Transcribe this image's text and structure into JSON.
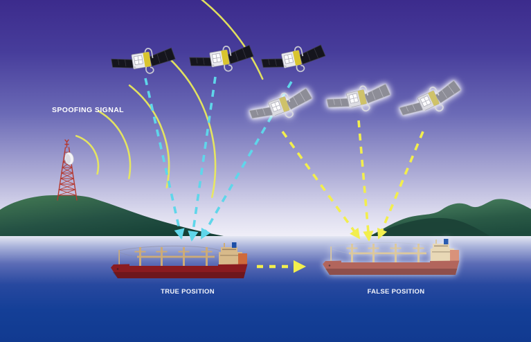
{
  "scene": {
    "labels": {
      "spoofing_signal": "SPOOFING SIGNAL",
      "true_position": "TRUE POSITION",
      "false_position": "FALSE POSITION"
    },
    "colors": {
      "sky_top": "#3c2b8c",
      "sky_horizon": "#f0eff8",
      "sea_deep": "#12409a",
      "land_green": "#2c5c46",
      "tower_red": "#b5382e",
      "spoof_arc_yellow": "#e9e95c",
      "gps_signal_cyan": "#5fd6ea",
      "spoof_signal_yellow": "#f2ee4d",
      "true_ship_hull": "#8a1b20",
      "false_ship_hull": "#b2655c",
      "label_text": "#ffffff"
    },
    "counts": {
      "gps_satellites": 3,
      "spoofed_satellites": 3,
      "spoofing_arcs": 5,
      "gps_signal_lines": 3,
      "spoofed_signal_lines": 3
    },
    "icons": {
      "spoofing_tower": "radio-tower-with-dish-icon",
      "gps_satellite": "satellite-icon",
      "spoofed_satellite": "ghost-satellite-icon",
      "true_ship": "cargo-ship-icon",
      "false_ship": "ghost-cargo-ship-icon",
      "drift_arrow": "dashed-arrow-right-icon"
    }
  }
}
